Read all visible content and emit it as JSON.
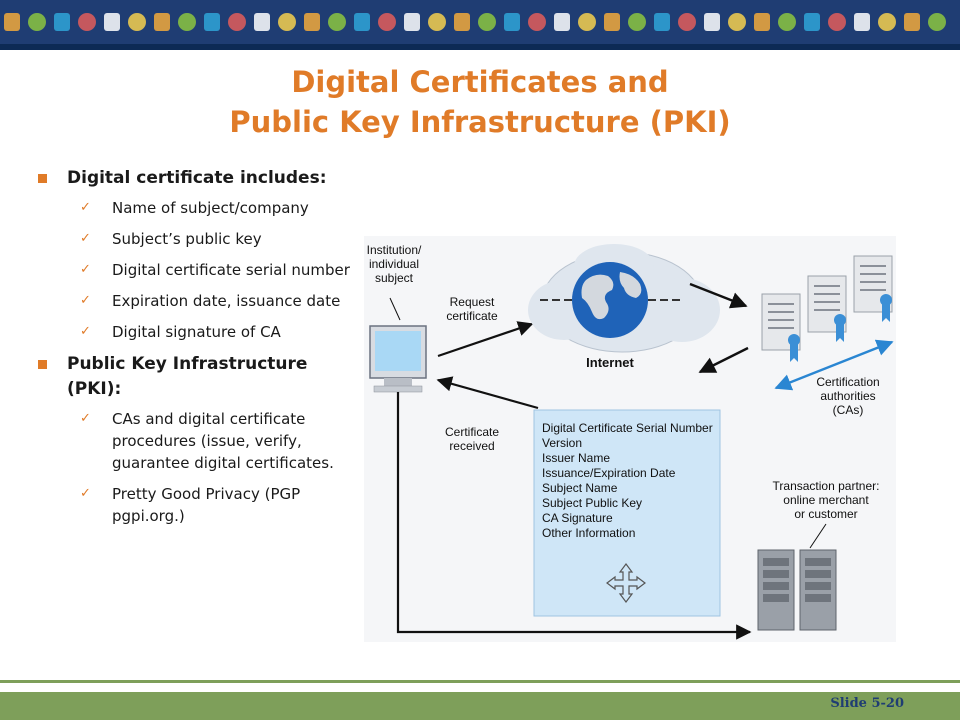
{
  "title_line1": "Digital Certificates and",
  "title_line2": "Public Key Infrastructure (PKI)",
  "bullets": [
    {
      "text": "Digital certificate includes:",
      "subs": [
        "Name of subject/company",
        "Subject’s public key",
        "Digital certificate serial number",
        "Expiration date, issuance date",
        "Digital signature of CA"
      ]
    },
    {
      "text": "Public Key Infrastructure (PKI):",
      "subs": [
        "CAs and digital certificate procedures (issue, verify, guarantee digital certificates.",
        "Pretty Good Privacy (PGP  pgpi.org.)"
      ]
    }
  ],
  "diagram": {
    "subject_label": [
      "Institution/",
      "individual",
      "subject"
    ],
    "request_label": [
      "Request",
      "certificate"
    ],
    "internet_label": "Internet",
    "ca_label": [
      "Certification",
      "authorities",
      "(CAs)"
    ],
    "received_label": [
      "Certificate",
      "received"
    ],
    "certificate_fields": [
      "Digital Certificate Serial Number",
      "Version",
      "Issuer Name",
      "Issuance/Expiration Date",
      "Subject Name",
      "Subject Public Key",
      "CA Signature",
      "Other Information"
    ],
    "partner_label": [
      "Transaction partner:",
      "online merchant",
      "or customer"
    ]
  },
  "footer": {
    "slide_number": "Slide 5-20"
  },
  "colors": {
    "title": "#e07b28",
    "banner": "#1f3d73",
    "footer": "#7e9f5a",
    "arrow_blue": "#2a86d2"
  }
}
